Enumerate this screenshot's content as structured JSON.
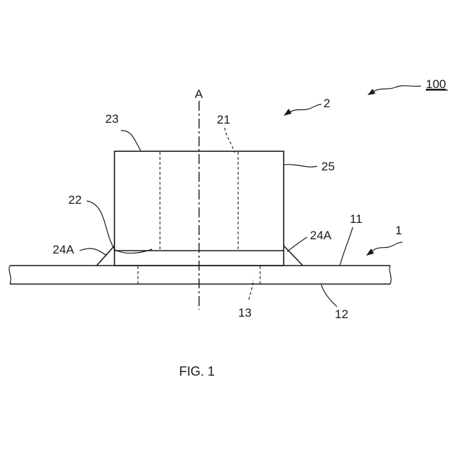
{
  "labels": {
    "assembly": "100",
    "component": "2",
    "substrate": "1",
    "axis": "A",
    "ref_21": "21",
    "ref_22": "22",
    "ref_23": "23",
    "ref_25": "25",
    "ref_24a_left": "24A",
    "ref_24a_right": "24A",
    "ref_11": "11",
    "ref_12": "12",
    "ref_13": "13"
  },
  "caption": "FIG. 1"
}
